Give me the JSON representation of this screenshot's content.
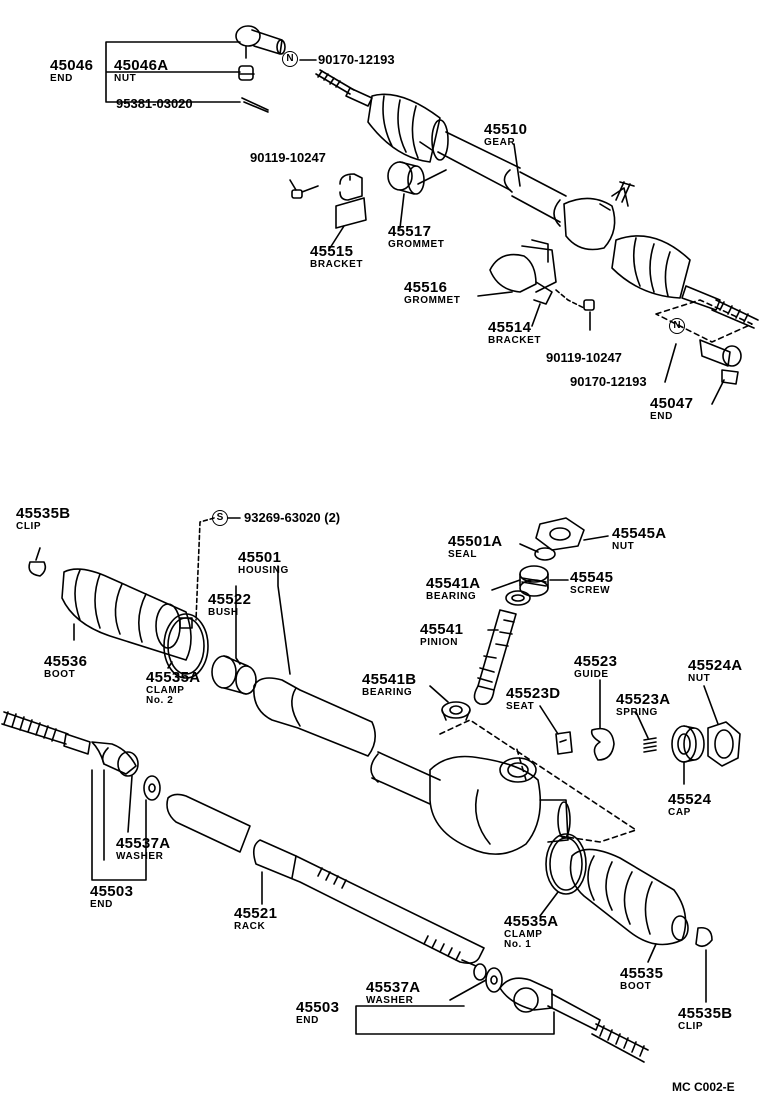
{
  "diagram_code": "MC C002-E",
  "top": {
    "end_left": {
      "number": "45046",
      "name": "END"
    },
    "nut_left": {
      "number": "45046A",
      "name": "NUT"
    },
    "pin": {
      "number": "95381-03020"
    },
    "nut_n_left": {
      "badge": "N",
      "number": "90170-12193"
    },
    "bolt_left": {
      "number": "90119-10247"
    },
    "bracket_l": {
      "number": "45515",
      "name": "BRACKET"
    },
    "grommet_l": {
      "number": "45517",
      "name": "GROMMET"
    },
    "gear": {
      "number": "45510",
      "name": "GEAR"
    },
    "grommet_r": {
      "number": "45516",
      "name": "GROMMET"
    },
    "bracket_r": {
      "number": "45514",
      "name": "BRACKET"
    },
    "bolt_right": {
      "number": "90119-10247"
    },
    "nut_n_right": {
      "badge": "N",
      "number": "90170-12193"
    },
    "end_right": {
      "number": "45047",
      "name": "END"
    }
  },
  "bottom": {
    "clip_left": {
      "number": "45535B",
      "name": "CLIP"
    },
    "screw_s": {
      "badge": "S",
      "number": "93269-63020 (2)"
    },
    "housing": {
      "number": "45501",
      "name": "HOUSING"
    },
    "bush": {
      "number": "45522",
      "name": "BUSH"
    },
    "boot_left": {
      "number": "45536",
      "name": "BOOT"
    },
    "clamp_no2": {
      "number": "45535A",
      "name": "CLAMP",
      "sub": "No. 2"
    },
    "seal": {
      "number": "45501A",
      "name": "SEAL"
    },
    "nut_top": {
      "number": "45545A",
      "name": "NUT"
    },
    "bearing_up": {
      "number": "45541A",
      "name": "BEARING"
    },
    "screw": {
      "number": "45545",
      "name": "SCREW"
    },
    "pinion": {
      "number": "45541",
      "name": "PINION"
    },
    "guide": {
      "number": "45523",
      "name": "GUIDE"
    },
    "nut_cap": {
      "number": "45524A",
      "name": "NUT"
    },
    "bearing_lo": {
      "number": "45541B",
      "name": "BEARING"
    },
    "seat": {
      "number": "45523D",
      "name": "SEAT"
    },
    "spring": {
      "number": "45523A",
      "name": "SPRING"
    },
    "cap": {
      "number": "45524",
      "name": "CAP"
    },
    "washer_l": {
      "number": "45537A",
      "name": "WASHER"
    },
    "end_l": {
      "number": "45503",
      "name": "END"
    },
    "rack": {
      "number": "45521",
      "name": "RACK"
    },
    "clamp_no1": {
      "number": "45535A",
      "name": "CLAMP",
      "sub": "No. 1"
    },
    "boot_right": {
      "number": "45535",
      "name": "BOOT"
    },
    "washer_r": {
      "number": "45537A",
      "name": "WASHER"
    },
    "end_r": {
      "number": "45503",
      "name": "END"
    },
    "clip_right": {
      "number": "45535B",
      "name": "CLIP"
    }
  }
}
